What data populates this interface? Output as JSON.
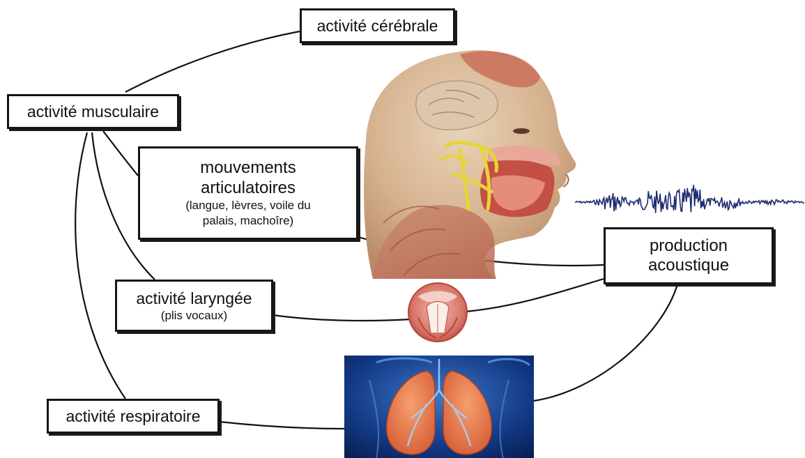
{
  "nodes": {
    "cerebrale": {
      "label": "activité cérébrale"
    },
    "musculaire": {
      "label": "activité musculaire"
    },
    "articulatoires": {
      "label_line1": "mouvements",
      "label_line2": "articulatoires",
      "detail_line1": "(langue, lèvres, voile du",
      "detail_line2": "palais, machoîre)"
    },
    "laryngee": {
      "label": "activité laryngée",
      "detail": "(plis vocaux)"
    },
    "acoustique": {
      "label_line1": "production",
      "label_line2": "acoustique"
    },
    "respiratoire": {
      "label": "activité respiratoire"
    }
  },
  "colors": {
    "skin": "#d9b896",
    "muscle": "#c7574a",
    "nerve": "#e6d43a",
    "waveform": "#1c2a6e",
    "lung": "#e0714a",
    "lung_bg": "#0c2a6b"
  }
}
